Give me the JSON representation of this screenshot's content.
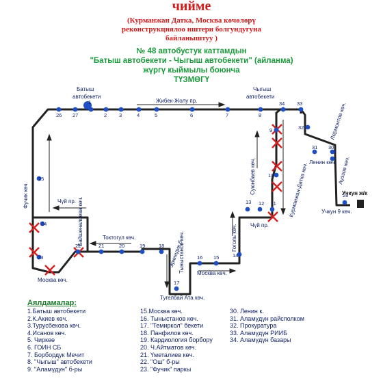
{
  "header": {
    "title": "чийме",
    "sub1": "(Курманжан Датка, Москва көчөлөрү",
    "sub2": "реконструкциялоо иштери болгундугуна",
    "sub3": "байланыштуу )",
    "route1": "№ 48 автобустук каттамдын",
    "route2": "\"Батыш автобекети  -  Чыгыш автобекети\" (айланма)",
    "route3": "жүргү кыймылы боюнча",
    "route4": "ТҮЗМӨГҮ"
  },
  "map": {
    "colors": {
      "route": "#222222",
      "stop": "#1f4fc4",
      "cross": "#d32020",
      "text": "#0d1f66",
      "flag_title": "#c01818"
    },
    "stops": [
      {
        "num": "1"
      },
      {
        "num": "2"
      },
      {
        "num": "3"
      },
      {
        "num": "4"
      },
      {
        "num": "5"
      },
      {
        "num": "6"
      },
      {
        "num": "7"
      },
      {
        "num": "8"
      },
      {
        "num": "9"
      },
      {
        "num": "10"
      },
      {
        "num": "11"
      },
      {
        "num": "12"
      },
      {
        "num": "13"
      },
      {
        "num": "14"
      },
      {
        "num": "15"
      },
      {
        "num": "16"
      },
      {
        "num": "17"
      },
      {
        "num": "18"
      },
      {
        "num": "19"
      },
      {
        "num": "20"
      },
      {
        "num": "21"
      },
      {
        "num": "22"
      },
      {
        "num": "23"
      },
      {
        "num": "24"
      },
      {
        "num": "25"
      },
      {
        "num": "26"
      },
      {
        "num": "27"
      },
      {
        "num": "28"
      },
      {
        "num": "29"
      },
      {
        "num": "30"
      },
      {
        "num": "31"
      },
      {
        "num": "32"
      },
      {
        "num": "33"
      },
      {
        "num": "34"
      }
    ],
    "labels": {
      "west_station_1": "Батыш",
      "west_station_2": "автобекети",
      "east_station_1": "Чыгыш",
      "east_station_2": "автобекети",
      "zhibek_zholu": "Жибек-Жолу пр.",
      "fuchik": "Фучик көч.",
      "chuy_left": "Чүй пр.",
      "baytik": "Байшеналиева көч.",
      "toktogul": "Токтогул көч.",
      "moskva_left": "Москва көч.",
      "erkindik": "Эркиндик б",
      "tynystanov": "Тыныстанов көч.",
      "tugelbay": "Тугелбай Ата көч.",
      "moskva_mid": "Москва көч.",
      "gogol": "Гоголь көч.",
      "chuy_right": "Чүй пр.",
      "suyunbaev": "Суюнбаев көч.",
      "kurmanjan": "Курманжан-Датка көч.",
      "lenin": "Ленин көч.",
      "lermontov": "Лермонтов көч.",
      "auezov": "Ауэзов көч.",
      "uchkun_street": "Учкун 9 көч.",
      "uchkun_terminal": "Учкун ж/к"
    }
  },
  "legend": {
    "title": "Аялдамалар:",
    "col1": [
      "1.Батыш автобекети",
      "2.К.Акиев көч.",
      "3.Турусбекова көч.",
      "4.Исанов көч.",
      "5. Чиркөө",
      "6. ГОИН СБ",
      "7. Борбордук Мечит",
      "8. \"Чыгыш\" автобекети",
      "9. \"Аламүдүн\" б-ры"
    ],
    "col2": [
      "15.Москва көч.",
      "16. Тыныстанов көч.",
      "17. \"Темиркол\" бекети",
      "18. Панфилов көч.",
      "19. Кардиология борбору",
      "20. Ч.Айтматов көч.",
      "21. Үметалиев көч.",
      "22. \"Ош\" б-ры",
      "23. \"Фучик\" паркы"
    ],
    "col3": [
      "30. Ленин к.",
      "31. Аламүдүн райсполком",
      "32. Прокуратура",
      "33. Аламүдүн РИИБ",
      "34. Аламүдүн базары"
    ]
  }
}
